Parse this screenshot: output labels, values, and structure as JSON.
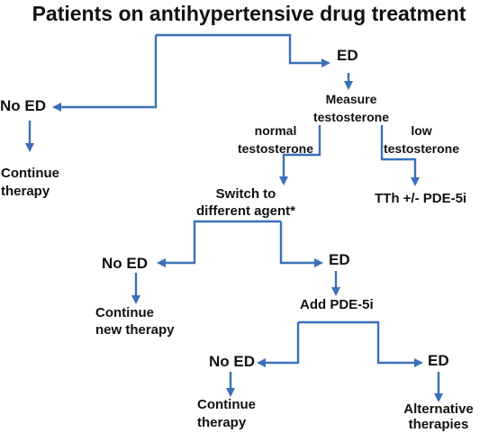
{
  "title": "Patients on antihypertensive drug treatment",
  "colors": {
    "arrow": "#3a70b8",
    "text": "#111111",
    "background": "#ffffff"
  },
  "nodes": {
    "ed_top": "ED",
    "no_ed_top": "No ED",
    "continue_top_1": "Continue",
    "continue_top_2": "therapy",
    "measure_1": "Measure",
    "measure_2": "testosterone",
    "normal_1": "normal",
    "normal_2": "testosterone",
    "low_1": "low",
    "low_2": "testosterone",
    "tth": "TTh +/- PDE-5i",
    "switch_1": "Switch to",
    "switch_2": "different agent*",
    "no_ed_mid": "No ED",
    "ed_mid": "ED",
    "continue_new_1": "Continue",
    "continue_new_2": "new therapy",
    "add_pde": "Add PDE-5i",
    "no_ed_bottom": "No ED",
    "ed_bottom": "ED",
    "continue_bottom_1": "Continue",
    "continue_bottom_2": "therapy",
    "alt_1": "Alternative",
    "alt_2": "therapies"
  }
}
